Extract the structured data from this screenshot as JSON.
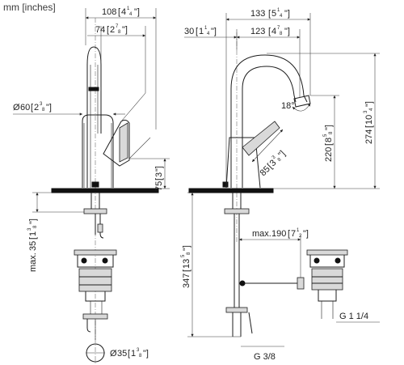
{
  "header": {
    "units_label": "mm [inches]"
  },
  "side_view": {
    "spout_projection": {
      "mm": "108",
      "in_whole": "4",
      "in_num": "1",
      "in_den": "4"
    },
    "spout_to_lever": {
      "mm": "74",
      "in_whole": "2",
      "in_num": "7",
      "in_den": "8"
    },
    "body_diameter": {
      "mm": "60",
      "in_whole": "2",
      "in_num": "3",
      "in_den": "8",
      "prefix": "Ø"
    },
    "lever_height": {
      "mm": "75",
      "in_whole": "3",
      "in_num": "",
      "in_den": ""
    },
    "max_thickness": {
      "label": "max.",
      "mm": "35",
      "in_whole": "1",
      "in_num": "3",
      "in_den": "8"
    },
    "hole_diameter": {
      "mm": "35",
      "in_whole": "1",
      "in_num": "3",
      "in_den": "8",
      "prefix": "Ø"
    }
  },
  "front_view": {
    "reach": {
      "mm": "133",
      "in_whole": "5",
      "in_num": "1",
      "in_den": "4"
    },
    "spout_inner": {
      "mm": "123",
      "in_whole": "4",
      "in_num": "7",
      "in_den": "8"
    },
    "offset": {
      "mm": "30",
      "in_whole": "1",
      "in_num": "1",
      "in_den": "4"
    },
    "swivel_angle": {
      "value": "18°"
    },
    "lever_length": {
      "mm": "85",
      "in_whole": "3",
      "in_num": "3",
      "in_den": "8"
    },
    "spout_height": {
      "mm": "220",
      "in_whole": "8",
      "in_num": "5",
      "in_den": "8"
    },
    "total_height": {
      "mm": "274",
      "in_whole": "10",
      "in_num": "3",
      "in_den": "4"
    },
    "pull_rod": {
      "label": "max.",
      "mm": "190",
      "in_whole": "7",
      "in_num": "1",
      "in_den": "2"
    },
    "connection_length": {
      "mm": "347",
      "in_whole": "13",
      "in_num": "5",
      "in_den": "8"
    },
    "waste_thread": {
      "value": "G 1 1/4"
    },
    "supply_thread": {
      "value": "G 3/8"
    }
  }
}
